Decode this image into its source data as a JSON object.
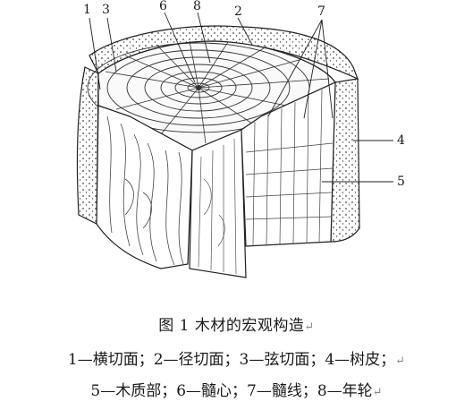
{
  "callouts": [
    "1",
    "3",
    "6",
    "8",
    "2",
    "7",
    "4",
    "5"
  ],
  "caption": {
    "title": "图 1   木材的宏观构造",
    "line1": "1—横切面；2—径切面；3—弦切面；4—树皮；",
    "line2": "5—木质部；6—髓心；7—髓线；8—年轮",
    "return_mark": "↵"
  }
}
